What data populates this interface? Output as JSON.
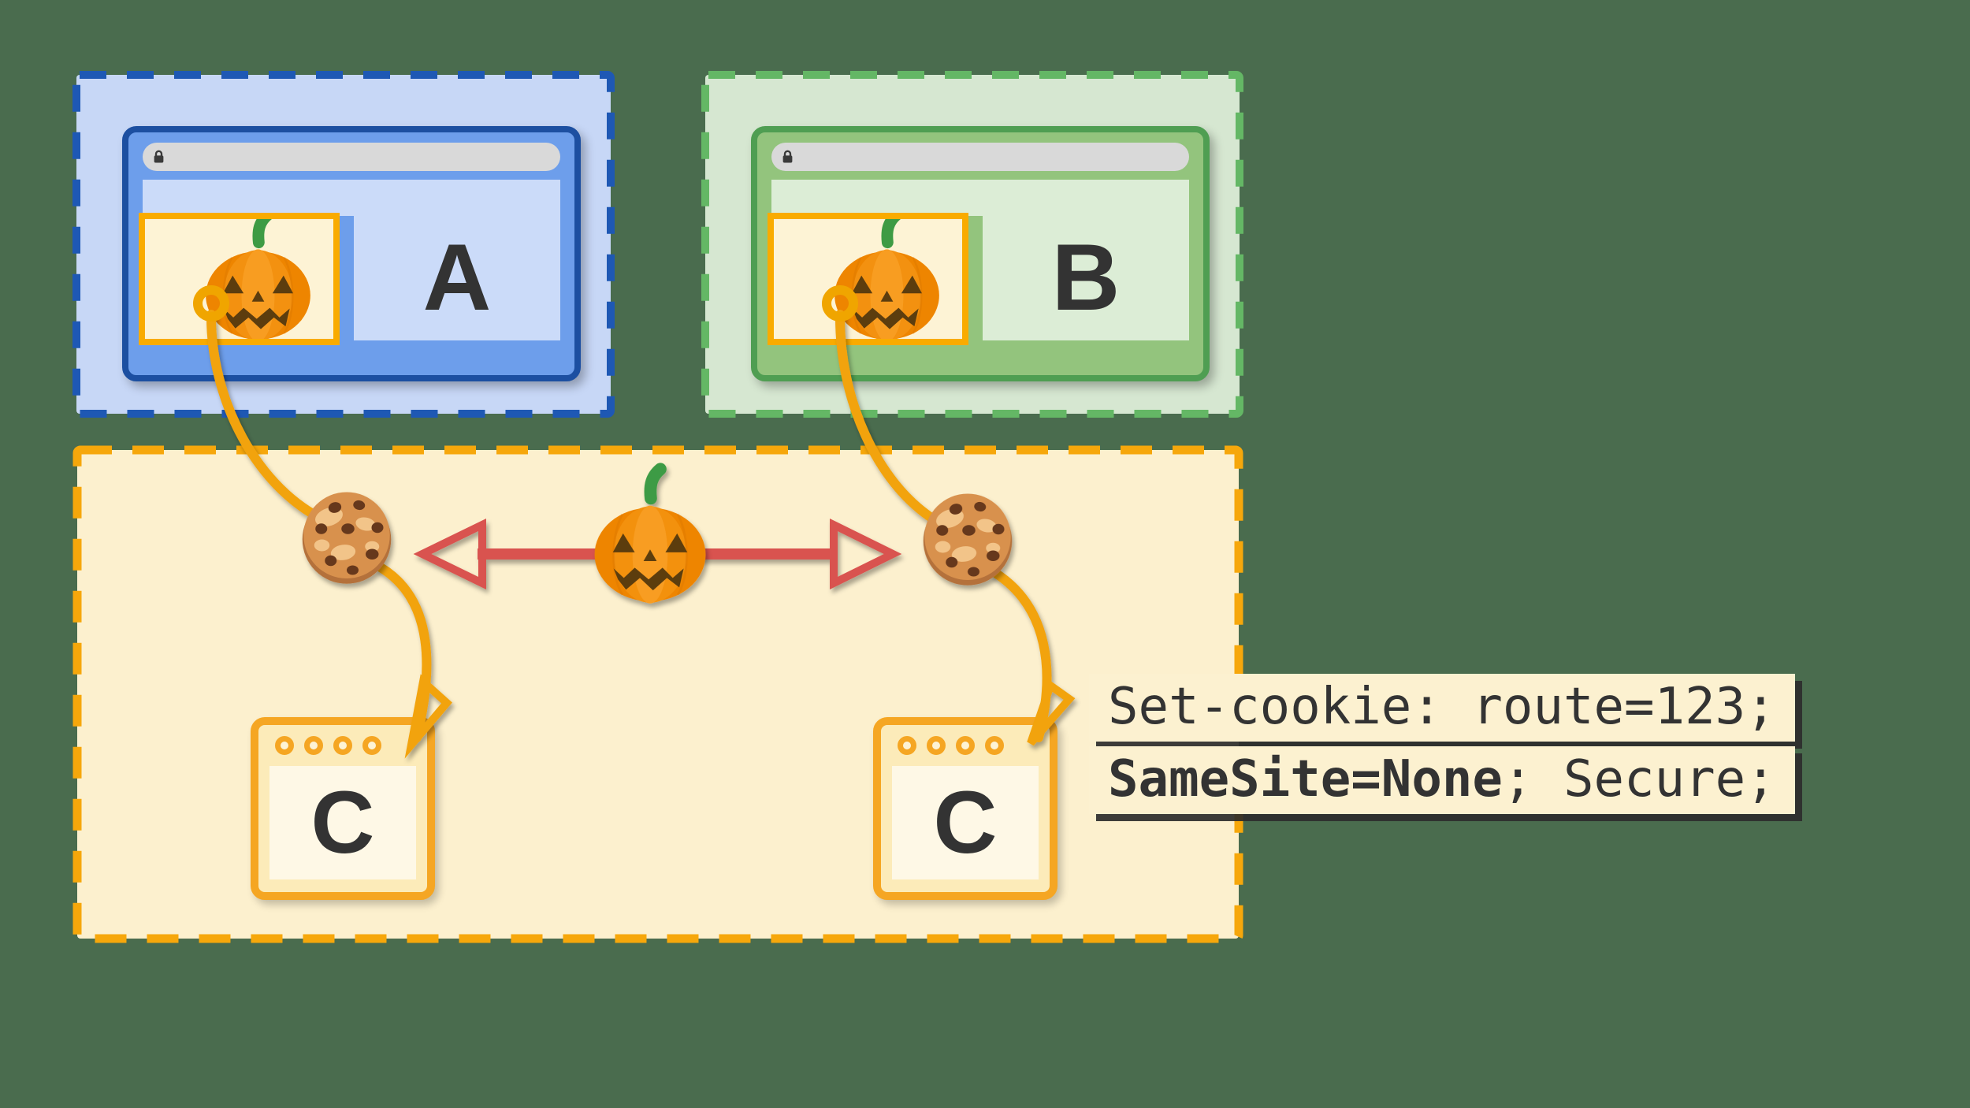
{
  "sites": {
    "a_label": "A",
    "b_label": "B"
  },
  "third_party": {
    "window1_label": "C",
    "window2_label": "C"
  },
  "code": {
    "line1": "Set-cookie: route=123;",
    "line2_bold": "SameSite=None",
    "line2_rest": "; Secure;"
  },
  "colors": {
    "background": "#4A6C4E",
    "site_a_border": "#1E58B4",
    "site_a_fill": "#C7D7F6",
    "site_a_window": "#6D9EEB",
    "site_b_border": "#64B765",
    "site_b_fill": "#D6E7D1",
    "site_b_window": "#93C47D",
    "third_party_border": "#F6A70B",
    "third_party_fill": "#FCF0CE",
    "iframe_accent": "#F9AB00",
    "connector_arrow": "#F2A30B",
    "cross_site_arrow": "#D9534F",
    "code_box_fill": "#FCF1D0",
    "text": "#333333"
  }
}
